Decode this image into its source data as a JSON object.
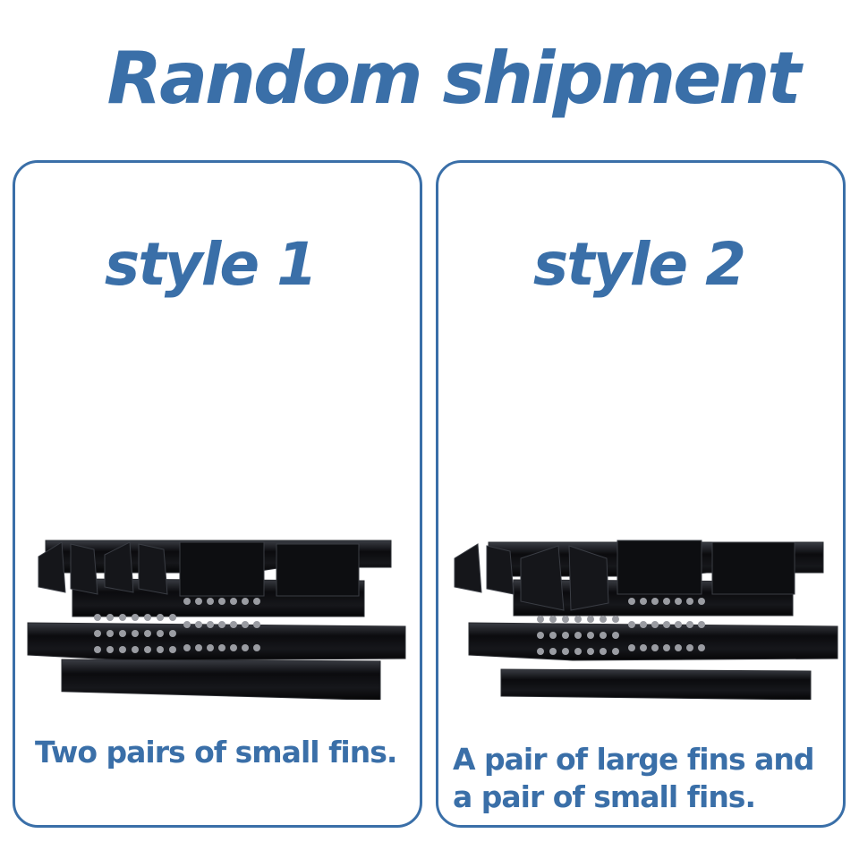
{
  "title": "Random shipment",
  "colors": {
    "accent": "#3a6fa8",
    "part": "#0b0b0e",
    "part_edge": "#3a3d44",
    "screw": "#9a9ca2"
  },
  "panels": [
    {
      "label": "style 1",
      "caption": "Two pairs of small fins."
    },
    {
      "label": "style 2",
      "caption": "A pair of large fins and\na pair of small fins."
    }
  ]
}
